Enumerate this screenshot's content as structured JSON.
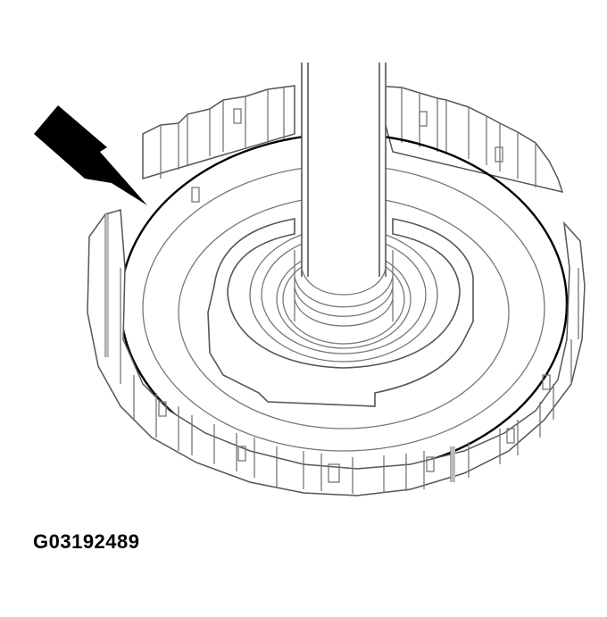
{
  "figure": {
    "subject": "Clutch drum with snap ring indicated by arrow",
    "id_label": "G03192489",
    "callout": {
      "icon": "arrow-icon",
      "points_to": "snap-ring"
    },
    "colors": {
      "line": "#555555",
      "emphasis": "#000000",
      "background": "#ffffff"
    }
  }
}
